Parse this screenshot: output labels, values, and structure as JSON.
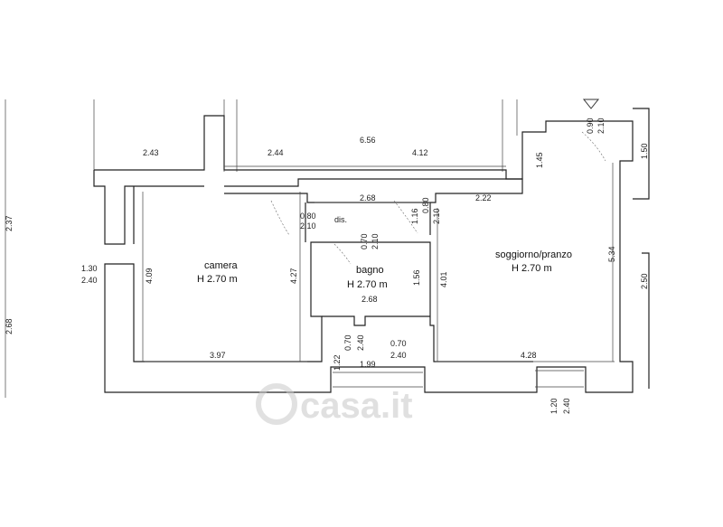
{
  "rooms": {
    "camera": {
      "name": "camera",
      "height": "H 2.70 m"
    },
    "dis": {
      "name": "dis."
    },
    "bagno": {
      "name": "bagno",
      "height": "H 2.70 m"
    },
    "soggiorno": {
      "name": "soggiorno/pranzo",
      "height": "H 2.70 m"
    }
  },
  "dimensions": {
    "top_2_43": "2.43",
    "top_2_44": "2.44",
    "top_6_56": "6.56",
    "top_4_12": "4.12",
    "door_top": "0.90",
    "door_top_h": "2.10",
    "right_1_45": "1.45",
    "mid_2_68": "2.68",
    "mid_2_22": "2.22",
    "door_camera_w": "0.80",
    "door_camera_h": "2.10",
    "door_sogg_w": "0.80",
    "door_sogg_h": "2.10",
    "v_1_16": "1.16",
    "door_bagno_w": "0.70",
    "door_bagno_h": "2.10",
    "win_left_w": "1.30",
    "win_left_h": "2.40",
    "v_4_09": "4.09",
    "v_4_27": "4.27",
    "v_1_56": "1.56",
    "v_4_01": "4.01",
    "v_5_34": "5.34",
    "bagno_2_68": "2.68",
    "win_a_w": "0.70",
    "win_a_h": "2.40",
    "win_b_w": "0.70",
    "win_b_h": "2.40",
    "v_1_22": "1.22",
    "h_1_99": "1.99",
    "h_3_97": "3.97",
    "h_4_28": "4.28",
    "win_bottom_w": "1.20",
    "win_bottom_h": "2.40",
    "far_left_2_37": "2.37",
    "far_left_2_68": "2.68",
    "far_right_1_50": "1.50",
    "far_right_2_50": "2.50"
  },
  "watermark": "casa.it"
}
